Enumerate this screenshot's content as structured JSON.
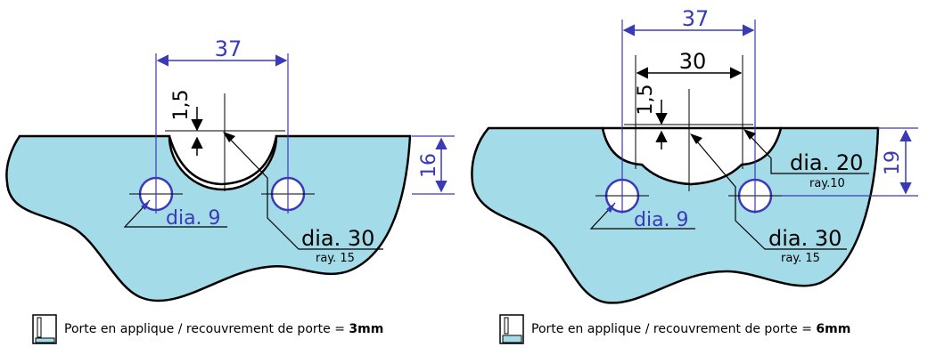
{
  "colors": {
    "part_fill": "#a4dbe9",
    "outline": "#000000",
    "dimension_blue": "#3a3ab8",
    "dimension_black": "#000000"
  },
  "icons": [
    "door-overlay-icon"
  ],
  "left": {
    "dim_width": "37",
    "dim_offset": "1,5",
    "dim_depth": "16",
    "label_hole_dia": "dia. 9",
    "label_cup_dia": "dia. 30",
    "label_cup_ray": "ray. 15",
    "caption_text": "Porte en applique / recouvrement de porte = ",
    "caption_value": "3mm"
  },
  "right": {
    "dim_width": "37",
    "dim_inner": "30",
    "dim_offset": "1,5",
    "dim_depth": "19",
    "label_hole_dia": "dia. 9",
    "label_side_dia": "dia. 20",
    "label_side_ray": "ray.10",
    "label_cup_dia": "dia. 30",
    "label_cup_ray": "ray. 15",
    "caption_text": "Porte en applique / recouvrement de porte = ",
    "caption_value": "6mm"
  }
}
